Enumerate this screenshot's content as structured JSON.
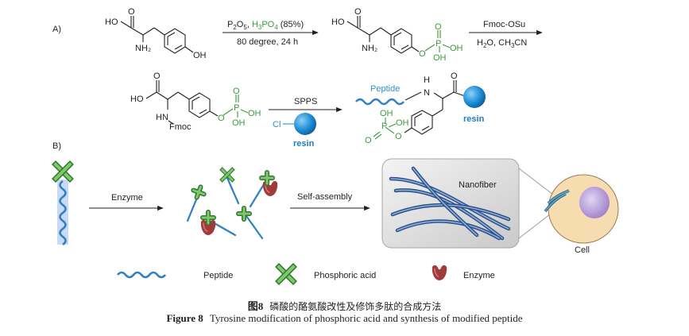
{
  "panel_labels": {
    "a": "A)",
    "b": "B)"
  },
  "chem": {
    "r1_reagent_top": "P₂O₅, H₃PO₄ (85%)",
    "r1_reagent_bottom": "80 degree, 24 h",
    "r2_reagent_top": "Fmoc-OSu",
    "r2_reagent_bottom": "H₂O, CH₃CN",
    "r3_reagent_top": "SPPS",
    "hooc": "HO",
    "carbonyl_o": "O",
    "nh2": "NH₂",
    "oh": "OH",
    "p": "P",
    "hn": "HN",
    "fmoc": "Fmoc",
    "cl": "Cl",
    "resin": "resin",
    "peptide": "Peptide",
    "amine_h": "H",
    "amine_n": "N"
  },
  "process": {
    "enzyme_arrow": "Enzyme",
    "assembly_arrow": "Self-assembly",
    "nanofiber": "Nanofiber",
    "cell": "Cell"
  },
  "legend": {
    "peptide": "Peptide",
    "phosphoric_acid": "Phosphoric acid",
    "enzyme": "Enzyme"
  },
  "caption": {
    "cn_label": "图8",
    "cn_text": "磷酸的酪氨酸改性及修饰多肽的合成方法",
    "en_label": "Figure 8",
    "en_text": "Tyrosine modification of phosphoric acid and synthesis of modified peptide"
  },
  "colors": {
    "peptide_blue": "#2f7fc1",
    "phosphate_green": "#3a9b3a",
    "enzyme_red": "#a13a3a",
    "resin_blue": "#1f8fd6",
    "cell_fill": "#f6dcae",
    "nucleus_fill": "#b79bd8"
  }
}
